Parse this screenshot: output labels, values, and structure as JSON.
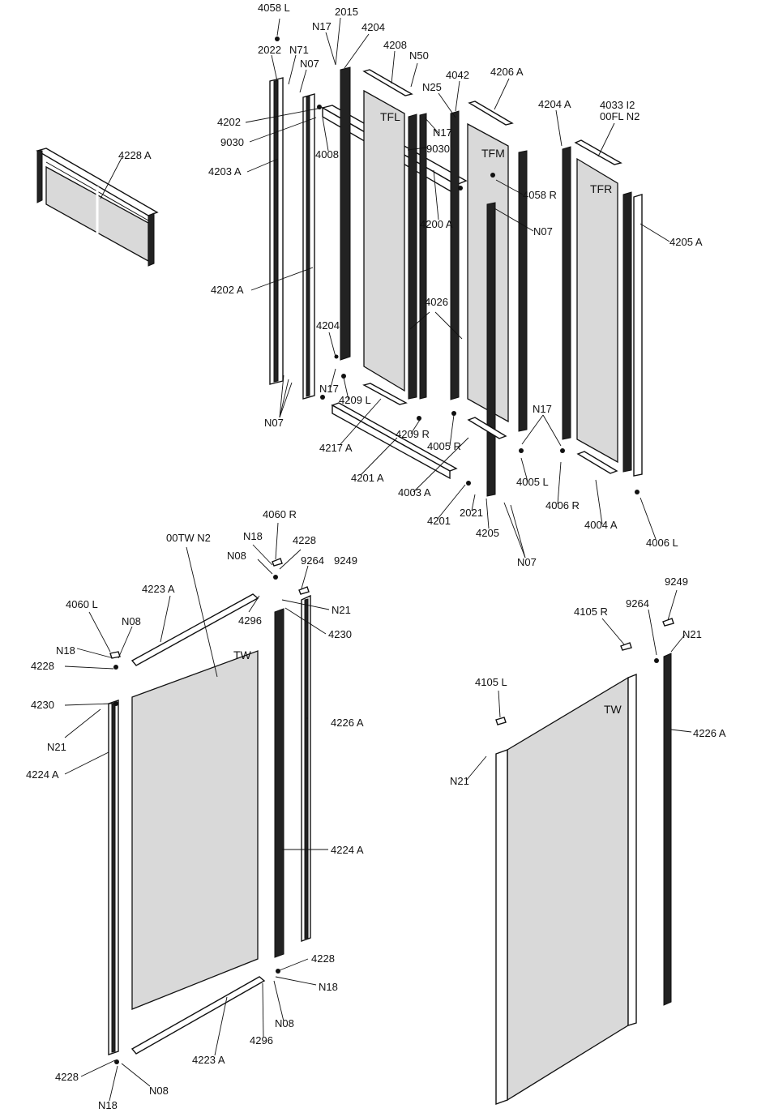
{
  "labels": {
    "l_4058L": "4058 L",
    "l_2015": "2015",
    "l_N17a": "N17",
    "l_4204a": "4204",
    "l_2022": "2022",
    "l_N71": "N71",
    "l_N07a": "N07",
    "l_4208": "4208",
    "l_N50": "N50",
    "l_4042": "4042",
    "l_4206A": "4206 A",
    "l_N25": "N25",
    "l_4204A": "4204 A",
    "l_4033I2": "4033 I2",
    "l_00FLN2": "00FL N2",
    "l_4202": "4202",
    "l_TFL": "TFL",
    "l_N17b": "N17",
    "l_9030a": "9030",
    "l_4008": "4008",
    "l_9030b": "9030",
    "l_TFM": "TFM",
    "l_4203A": "4203 A",
    "l_4058R": "4058 R",
    "l_TFR": "TFR",
    "l_4228A": "4228 A",
    "l_4200A": "4200 A",
    "l_N07b": "N07",
    "l_4205A": "4205 A",
    "l_4202A": "4202 A",
    "l_4026": "4026",
    "l_4204b": "4204",
    "l_N17c": "N17",
    "l_4209L": "4209 L",
    "l_N07c": "N07",
    "l_N17d": "N17",
    "l_4217A": "4217 A",
    "l_4209R": "4209 R",
    "l_4005R": "4005 R",
    "l_4201A": "4201 A",
    "l_4003A": "4003 A",
    "l_4005L": "4005 L",
    "l_4006R": "4006 R",
    "l_4201": "4201",
    "l_2021": "2021",
    "l_4205": "4205",
    "l_4004A": "4004 A",
    "l_4006L": "4006 L",
    "l_N07d": "N07",
    "l_4060R": "4060 R",
    "l_00TWN2": "00TW N2",
    "l_N18a": "N18",
    "l_4228a": "4228",
    "l_N08a": "N08",
    "l_9264a": "9264",
    "l_9249a": "9249",
    "l_4223Aa": "4223 A",
    "l_9249b": "9249",
    "l_4060L": "4060 L",
    "l_N08b": "N08",
    "l_N21a": "N21",
    "l_4296a": "4296",
    "l_4230a": "4230",
    "l_TWa": "TW",
    "l_4105R": "4105 R",
    "l_9264b": "9264",
    "l_N18b": "N18",
    "l_N21b": "N21",
    "l_4228b": "4228",
    "l_4105L": "4105 L",
    "l_4230b": "4230",
    "l_TWb": "TW",
    "l_N21c": "N21",
    "l_4226Aa": "4226 A",
    "l_4226Ab": "4226 A",
    "l_4224Aa": "4224 A",
    "l_N21d": "N21",
    "l_4224Ab": "4224 A",
    "l_4228c": "4228",
    "l_N18c": "N18",
    "l_N08c": "N08",
    "l_4296b": "4296",
    "l_4223Ab": "4223 A",
    "l_4228d": "4228",
    "l_N08d": "N08",
    "l_N18d": "N18"
  }
}
